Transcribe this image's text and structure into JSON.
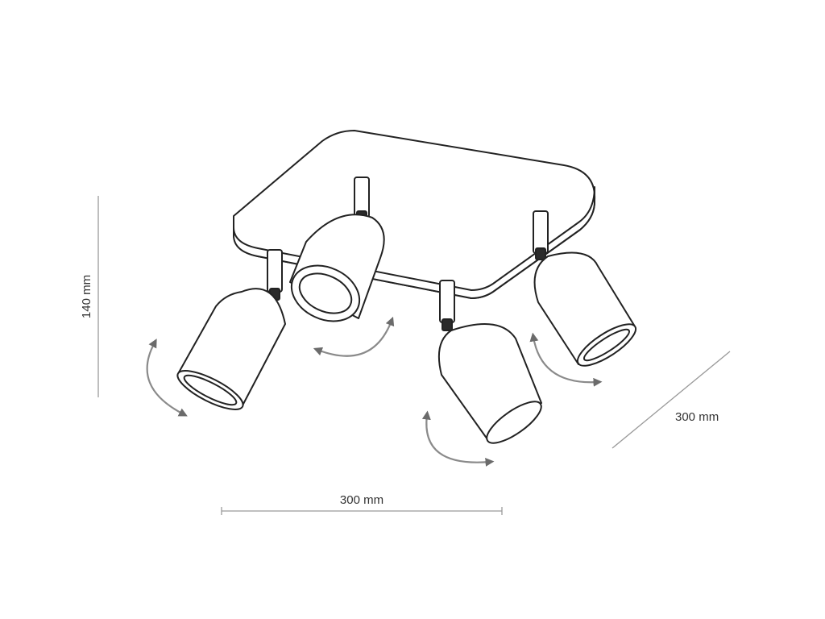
{
  "dimensions": {
    "height_label": "140 mm",
    "width_label": "300 mm",
    "depth_label": "300 mm"
  },
  "colors": {
    "outline": "#222222",
    "dimension_line": "#9a9a9a",
    "rotation_arrow": "#8a8a8a",
    "background": "#ffffff"
  },
  "icons": [
    "rotation-arrow-icon",
    "spotlight-icon"
  ]
}
